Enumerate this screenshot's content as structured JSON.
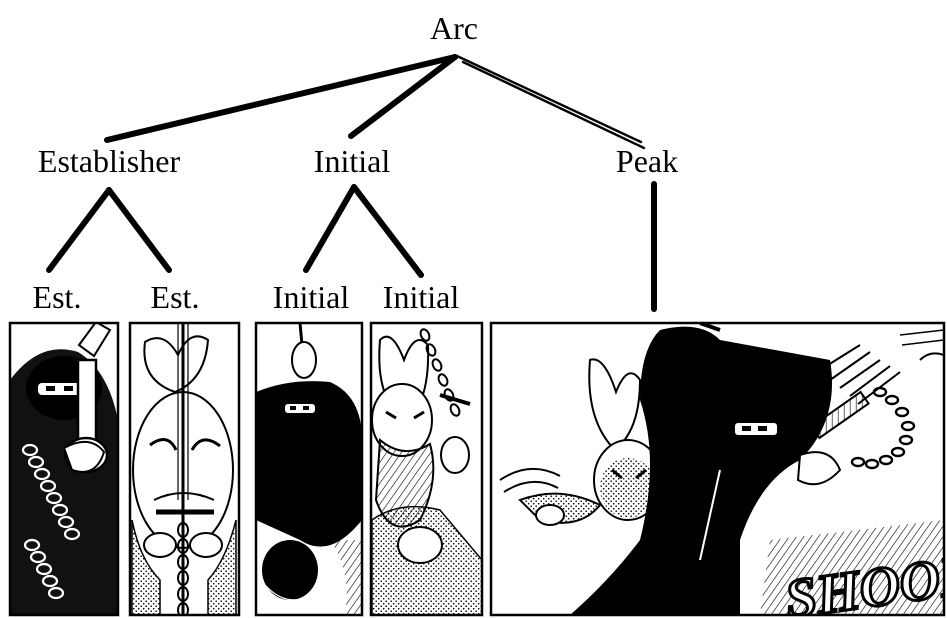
{
  "tree": {
    "root": {
      "label": "Arc"
    },
    "level1": [
      {
        "label": "Establisher"
      },
      {
        "label": "Initial"
      },
      {
        "label": "Peak"
      }
    ],
    "level2": [
      {
        "label": "Est."
      },
      {
        "label": "Est."
      },
      {
        "label": "Initial"
      },
      {
        "label": "Initial"
      }
    ]
  },
  "panels": [
    {
      "depicts": "masked ninja gripping a sword hilt with a chain wrapped around him"
    },
    {
      "depicts": "rabbit samurai seen from above, sword and chain held in front of his face"
    },
    {
      "depicts": "masked ninja leaping down with a raised blade"
    },
    {
      "depicts": "rabbit samurai straining against a chain"
    },
    {
      "depicts": "ninja and rabbit samurai colliding as a chained weapon flies off"
    }
  ],
  "sound_effect": "SHOOK"
}
